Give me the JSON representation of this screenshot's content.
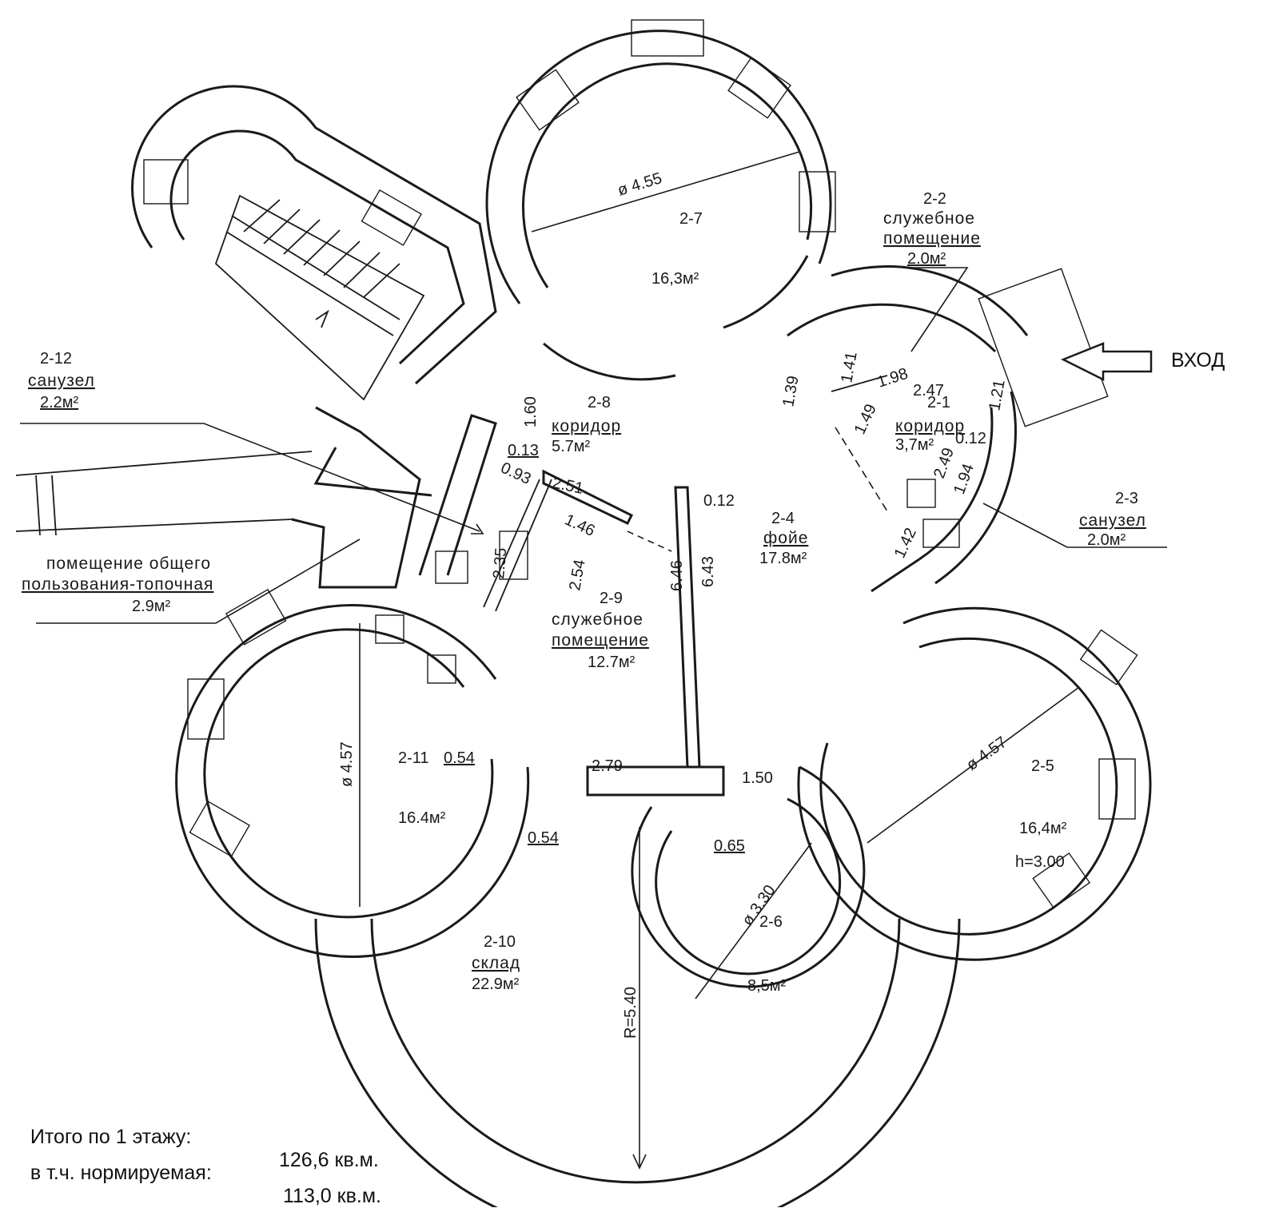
{
  "entrance_label": "ВХОД",
  "totals": {
    "line1_label": "Итого по 1 этажу:",
    "line1_value": "126,6 кв.м.",
    "line2_label": "в т.ч. нормируемая:",
    "line2_value": "113,0 кв.м."
  },
  "rooms": [
    {
      "id": "2-1",
      "name": "коридор",
      "area": "3,7м²"
    },
    {
      "id": "2-2",
      "name_line1": "служебное",
      "name_line2": "помещение",
      "area": "2.0м²"
    },
    {
      "id": "2-3",
      "name": "санузел",
      "area": "2.0м²"
    },
    {
      "id": "2-4",
      "name": "фойе",
      "area": "17.8м²"
    },
    {
      "id": "2-5",
      "area": "16,4м²",
      "height": "h=3.00"
    },
    {
      "id": "2-6",
      "area": "8,5м²"
    },
    {
      "id": "2-7",
      "area": "16,3м²"
    },
    {
      "id": "2-8",
      "name": "коридор",
      "area": "5.7м²"
    },
    {
      "id": "2-9",
      "name_line1": "служебное",
      "name_line2": "помещение",
      "area": "12.7м²"
    },
    {
      "id": "2-10",
      "name": "склад",
      "area": "22.9м²"
    },
    {
      "id": "2-11",
      "area": "16.4м²"
    },
    {
      "id": "2-12",
      "name": "санузел",
      "area": "2.2м²"
    },
    {
      "id": "boiler",
      "name_line1": "помещение общего",
      "name_line2": "пользования-топочная",
      "area": "2.9м²"
    }
  ],
  "dimensions": {
    "d_2_7": "ø 4.55",
    "d_2_11": "ø 4.57",
    "d_2_5": "ø 4.57",
    "d_2_6": "ø 3.30",
    "r_2_10": "R=5.40",
    "len_643": "6.43",
    "len_646": "6.46",
    "len_254": "2.54",
    "len_235": "2.35",
    "len_251": "2.51",
    "len_146": "1.46",
    "len_093": "0.93",
    "len_013": "0.13",
    "len_160": "1.60",
    "len_012": "0.12",
    "len_279": "2.79",
    "len_150": "1.50",
    "len_065": "0.65",
    "len_054a": "0.54",
    "len_054b": "0.54",
    "len_139": "1.39",
    "len_141": "1.41",
    "len_198": "1.98",
    "len_247": "2.47",
    "len_121": "1.21",
    "len_149": "1.49",
    "len_012b": "0.12",
    "len_249": "2.49",
    "len_194": "1.94",
    "len_142": "1.42"
  }
}
